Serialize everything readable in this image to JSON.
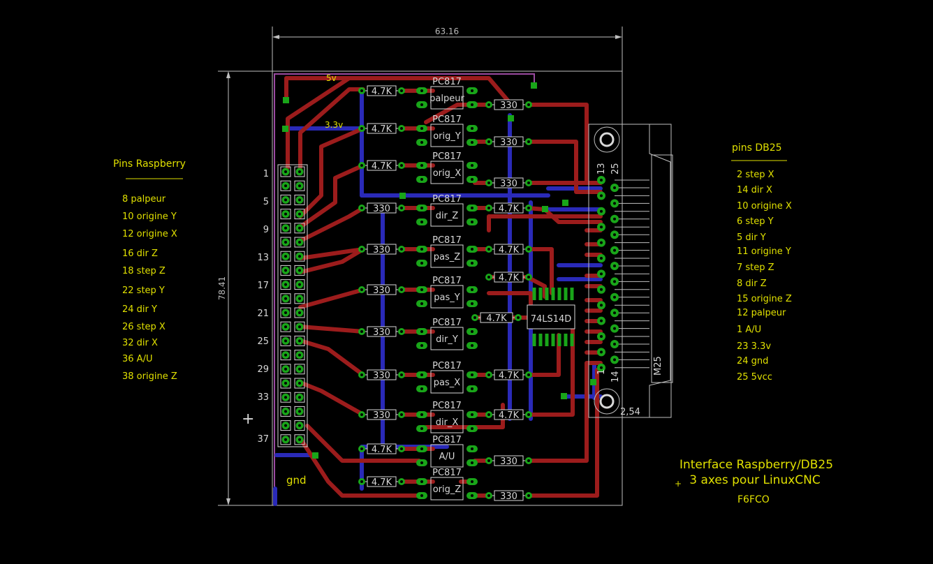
{
  "dimensions": {
    "width": "63.16",
    "height": "78.41"
  },
  "rails": {
    "v5": "5v",
    "v33": "3.3v",
    "gnd": "gnd"
  },
  "pi_header": {
    "title": "Pins Raspberry",
    "pin_numbers": [
      "1",
      "5",
      "9",
      "13",
      "17",
      "21",
      "25",
      "29",
      "33",
      "37"
    ],
    "legend": [
      "8 palpeur",
      "10 origine Y",
      "12 origine X",
      "16 dir Z",
      "18 step Z",
      "22 step Y",
      "24 dir Y",
      "26 step X",
      "32 dir X",
      "36 A/U",
      "38 origine Z"
    ]
  },
  "db25": {
    "title": "pins DB25",
    "legend": [
      "2 step X",
      "14 dir X",
      "10 origine X",
      "6 step Y",
      "5 dir Y",
      "11 origine Y",
      "7 step Z",
      "8 dir Z",
      "15 origine Z",
      "12 palpeur",
      "1 A/U",
      "23 3.3v",
      "24 gnd",
      "25 5vcc"
    ],
    "labels": {
      "p13": "13",
      "p25": "25",
      "p1": "1",
      "p14": "14",
      "name": "M25",
      "pitch": "2,54"
    }
  },
  "optos": [
    {
      "part": "PC817",
      "name": "palpeur"
    },
    {
      "part": "PC817",
      "name": "orig_Y"
    },
    {
      "part": "PC817",
      "name": "orig_X"
    },
    {
      "part": "PC817",
      "name": "dir_Z"
    },
    {
      "part": "PC817",
      "name": "pas_Z"
    },
    {
      "part": "PC817",
      "name": "pas_Y"
    },
    {
      "part": "PC817",
      "name": "dir_Y"
    },
    {
      "part": "PC817",
      "name": "pas_X"
    },
    {
      "part": "PC817",
      "name": "dir_X"
    },
    {
      "part": "PC817",
      "name": "A/U"
    },
    {
      "part": "PC817",
      "name": "orig_Z"
    }
  ],
  "resistors_left": [
    "4.7K",
    "4.7K",
    "4.7K",
    "330",
    "330",
    "330",
    "330",
    "330",
    "330",
    "4.7K",
    "4.7K"
  ],
  "resistors_right": [
    "330",
    "330",
    "330",
    "4.7K",
    "4.7K",
    "4.7K",
    "4.7K",
    "4.7K",
    "4.7K",
    "330",
    "330"
  ],
  "ic": {
    "name": "74LS14D"
  },
  "title_block": {
    "line1": "Interface Raspberry/DB25",
    "line2": "3 axes pour LinuxCNC",
    "author": "F6FCO"
  },
  "colors": {
    "bg": "#000000",
    "top_copper": "#9c1c1c",
    "bottom_copper": "#2a2ab8",
    "pad": "#19a519",
    "silk": "#d8d8d8",
    "label": "#e0e000",
    "outline": "#c0c0c0"
  }
}
